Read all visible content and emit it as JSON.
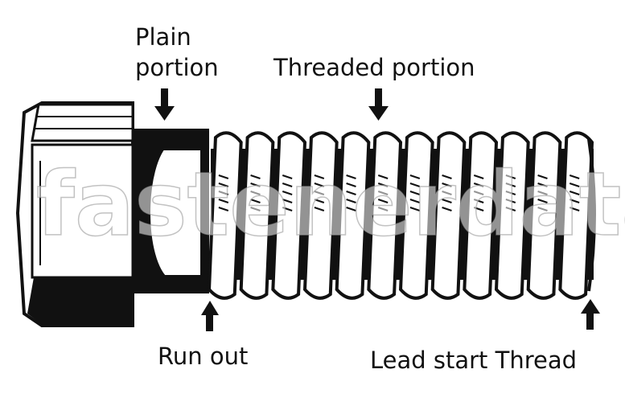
{
  "labels": {
    "plain_line1": "Plain",
    "plain_line2": "portion",
    "threaded": "Threaded portion",
    "run_out": "Run out",
    "lead_start": "Lead start Thread"
  },
  "watermark": "fastenerdata",
  "colors": {
    "ink": "#111111",
    "paper": "#ffffff",
    "watermark": "#ffffff"
  },
  "thread_count": 12
}
